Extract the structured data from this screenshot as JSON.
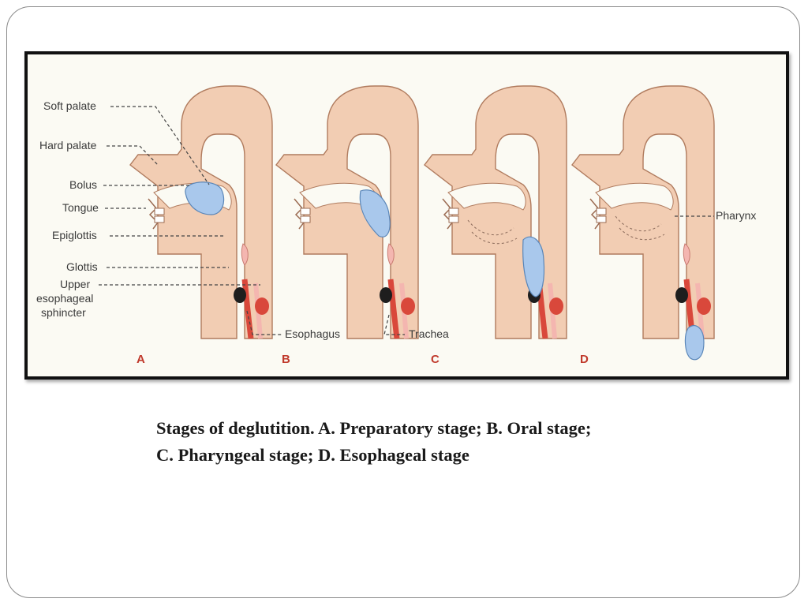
{
  "figure": {
    "labels": {
      "soft_palate": "Soft palate",
      "hard_palate": "Hard palate",
      "bolus": "Bolus",
      "tongue": "Tongue",
      "epiglottis": "Epiglottis",
      "glottis": "Glottis",
      "ues_line1": "Upper",
      "ues_line2": "esophageal",
      "ues_line3": "sphincter",
      "esophagus": "Esophagus",
      "trachea": "Trachea",
      "pharynx": "Pharynx"
    },
    "panels": [
      "A",
      "B",
      "C",
      "D"
    ],
    "colors": {
      "tissue": "#f2cdb3",
      "tissue_outline": "#b07b5e",
      "bolus": "#a9c8ec",
      "bolus_outline": "#5a86b8",
      "muscle": "#d9483b",
      "glottis": "#1e1e1e",
      "epiglottis": "#f4b6b0",
      "panel_letter": "#c0392b"
    }
  },
  "caption": {
    "line1": "Stages of deglutition. A. Preparatory stage; B. Oral stage;",
    "line2": "C. Pharyngeal stage; D. Esophageal stage"
  }
}
